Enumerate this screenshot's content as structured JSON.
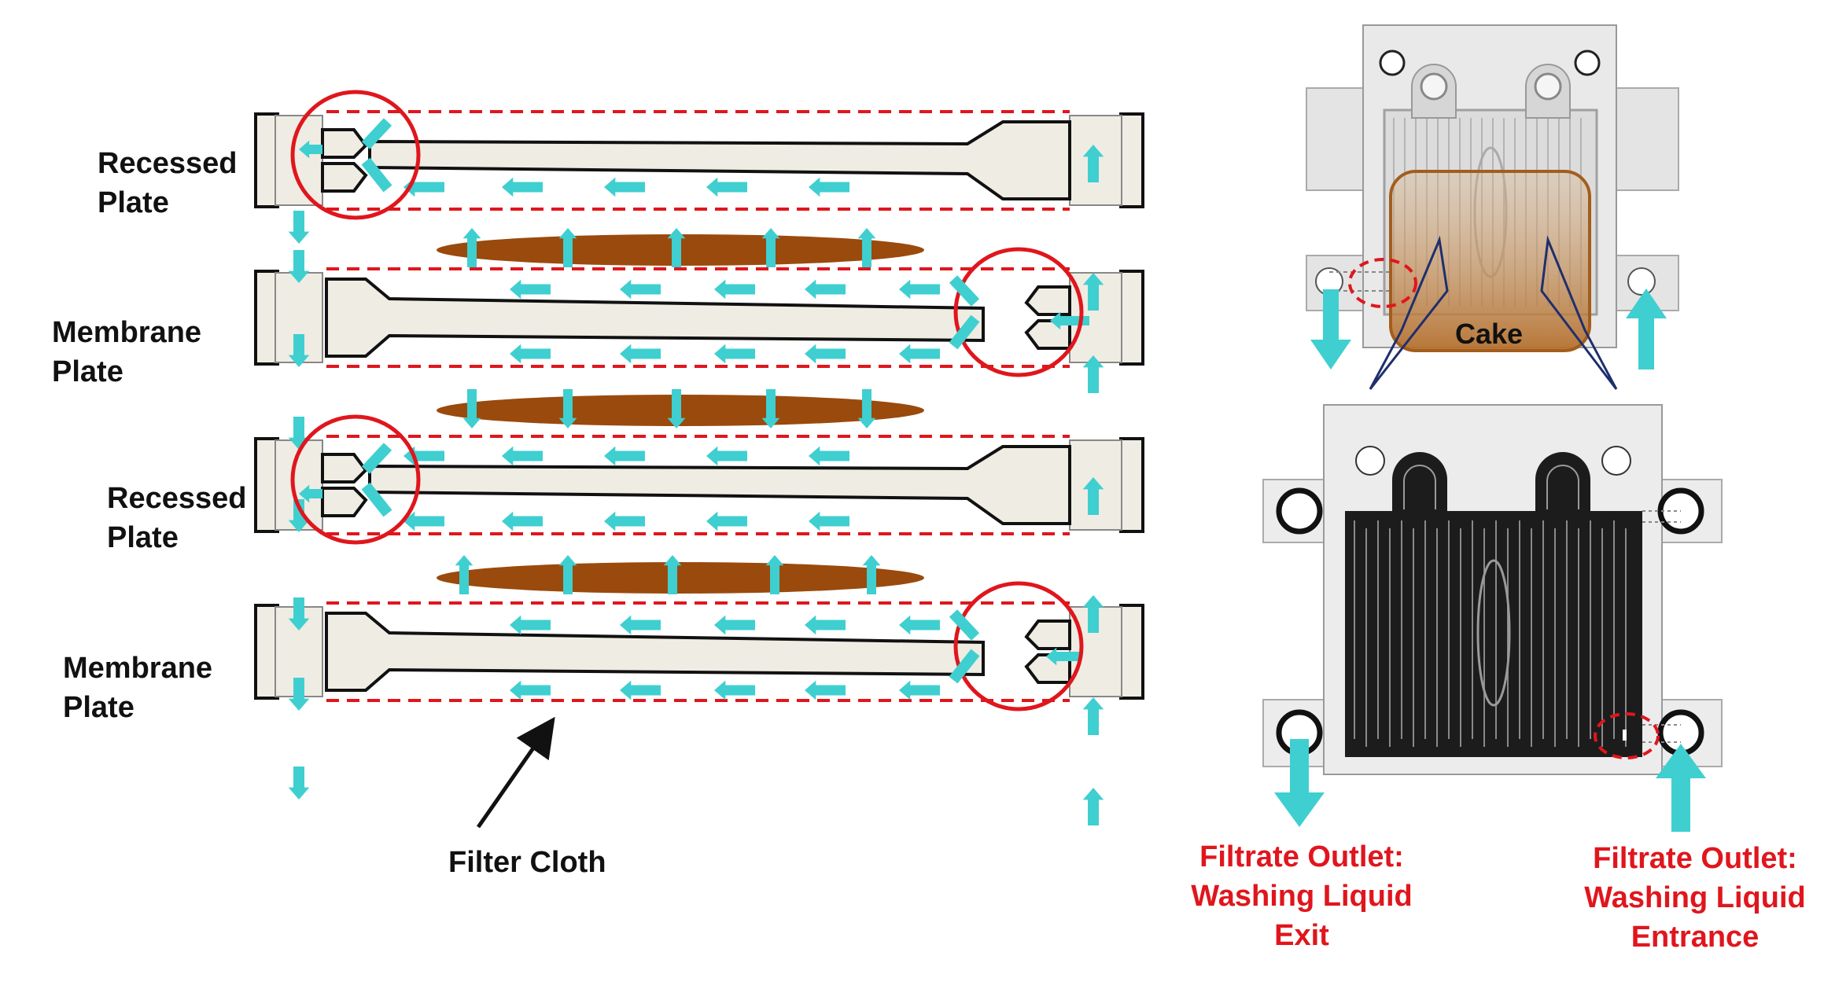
{
  "labels": {
    "plate1_line1": "Recessed",
    "plate1_line2": "Plate",
    "plate2_line1": "Membrane",
    "plate2_line2": "Plate",
    "plate3_line1": "Recessed",
    "plate3_line2": "Plate",
    "plate4_line1": "Membrane",
    "plate4_line2": "Plate",
    "filter_cloth": "Filter Cloth",
    "cake": "Cake",
    "outlet_left_line1": "Filtrate Outlet:",
    "outlet_left_line2": "Washing Liquid",
    "outlet_left_line3": "Exit",
    "outlet_right_line1": "Filtrate Outlet:",
    "outlet_right_line2": "Washing Liquid",
    "outlet_right_line3": "Entrance"
  },
  "colors": {
    "flow_arrow": "#3fcfd0",
    "plate_fill": "#efece3",
    "cake": "#9a4a0c",
    "highlight": "#e0161d",
    "cloth_line": "#e0161d",
    "pointer": "#1f2f6e",
    "dark_plate": "#1c1c1c"
  }
}
